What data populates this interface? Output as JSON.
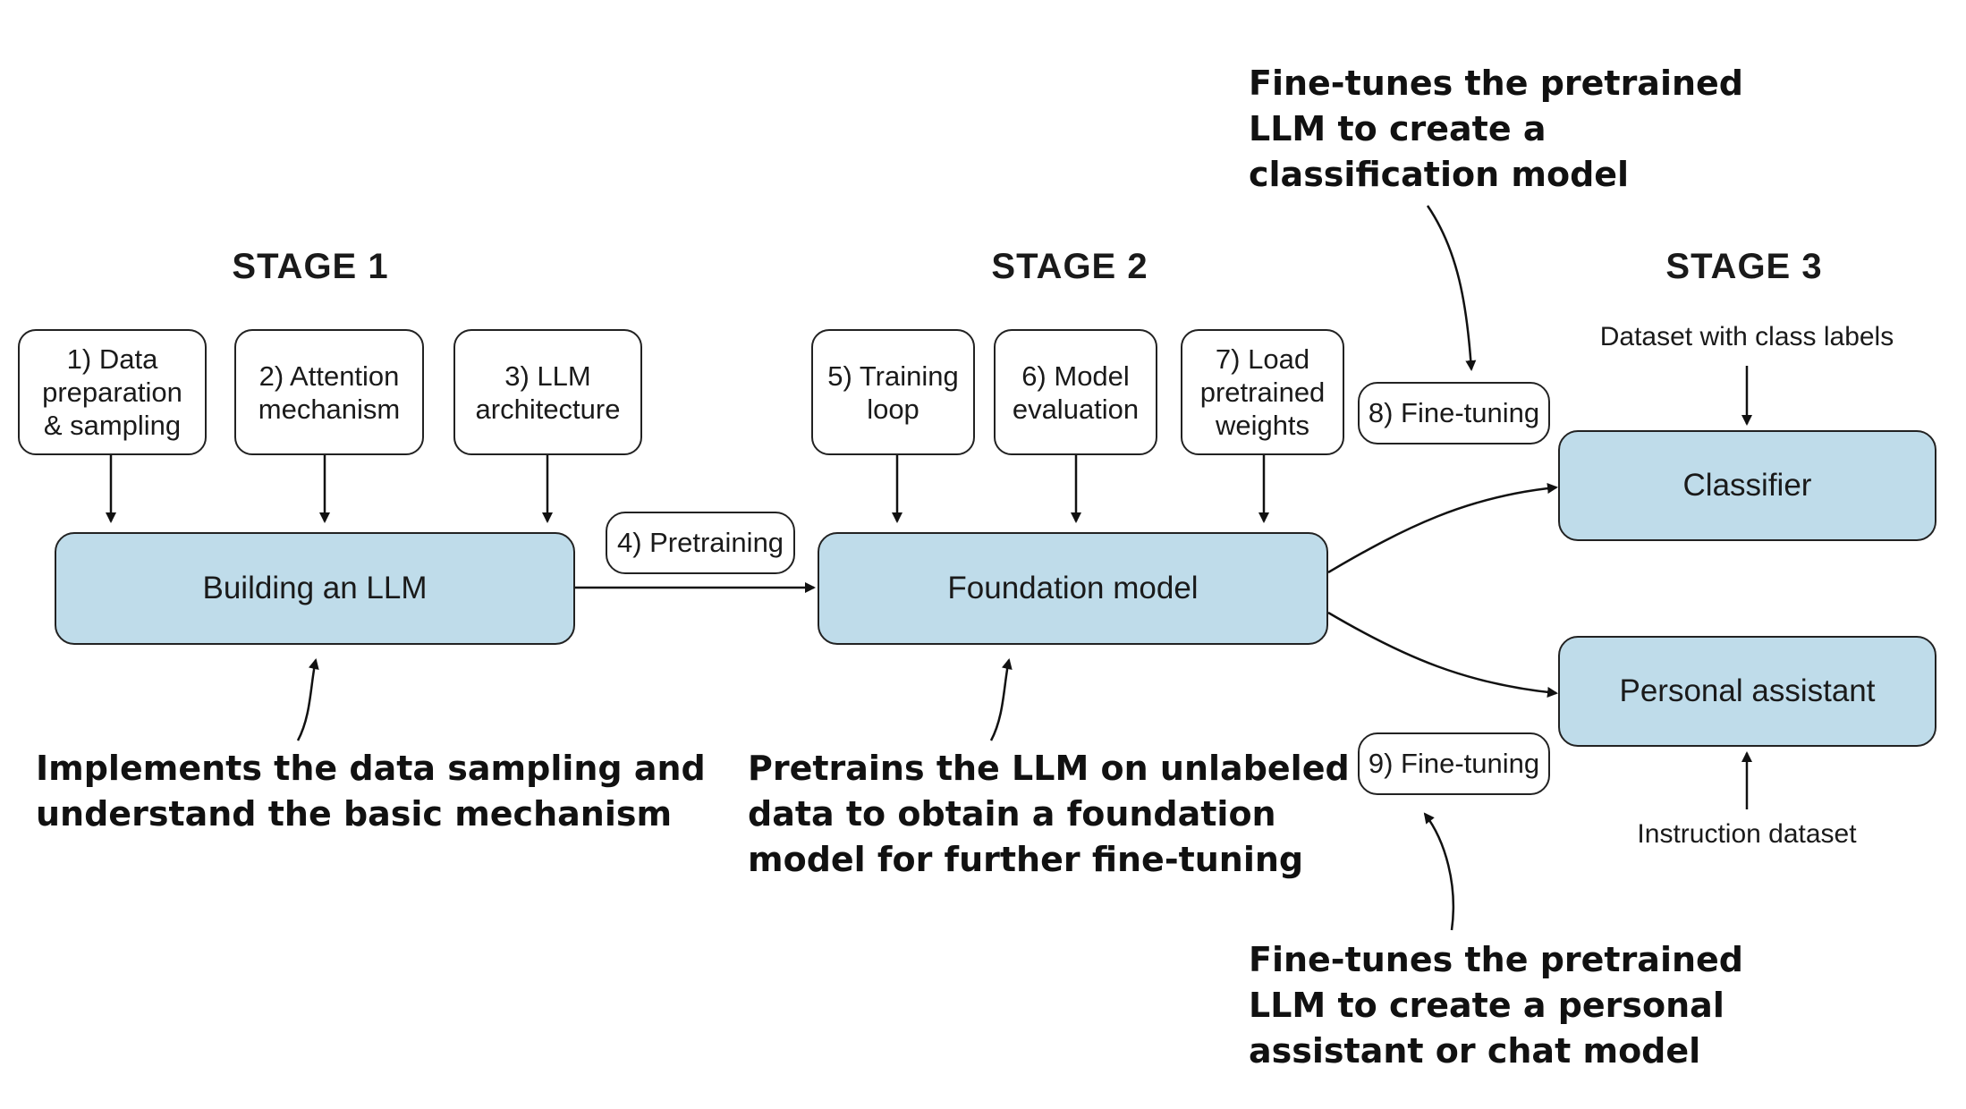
{
  "stages": {
    "s1": "STAGE 1",
    "s2": "STAGE 2",
    "s3": "STAGE 3"
  },
  "steps": {
    "step1": "1) Data\npreparation\n& sampling",
    "step2": "2) Attention\nmechanism",
    "step3": "3) LLM\narchitecture",
    "step4": "4) Pretraining",
    "step5": "5) Training\nloop",
    "step6": "6) Model\nevaluation",
    "step7": "7) Load\npretrained\nweights",
    "step8": "8) Fine-tuning",
    "step9": "9) Fine-tuning"
  },
  "models": {
    "building": "Building an LLM",
    "foundation": "Foundation model",
    "classifier": "Classifier",
    "assistant": "Personal assistant"
  },
  "inputs": {
    "class_labels": "Dataset with class labels",
    "instruction": "Instruction dataset"
  },
  "annotations": {
    "stage1": "Implements the data sampling and\nunderstand the basic mechanism",
    "stage2": "Pretrains the LLM on unlabeled\ndata to obtain a foundation\nmodel for further fine-tuning",
    "classification": "Fine-tunes the pretrained\nLLM to create a\nclassification model",
    "assistant": "Fine-tunes the pretrained\nLLM to create a personal\nassistant or chat model"
  },
  "colors": {
    "model_fill": "#bfdcea",
    "outline": "#222222"
  }
}
